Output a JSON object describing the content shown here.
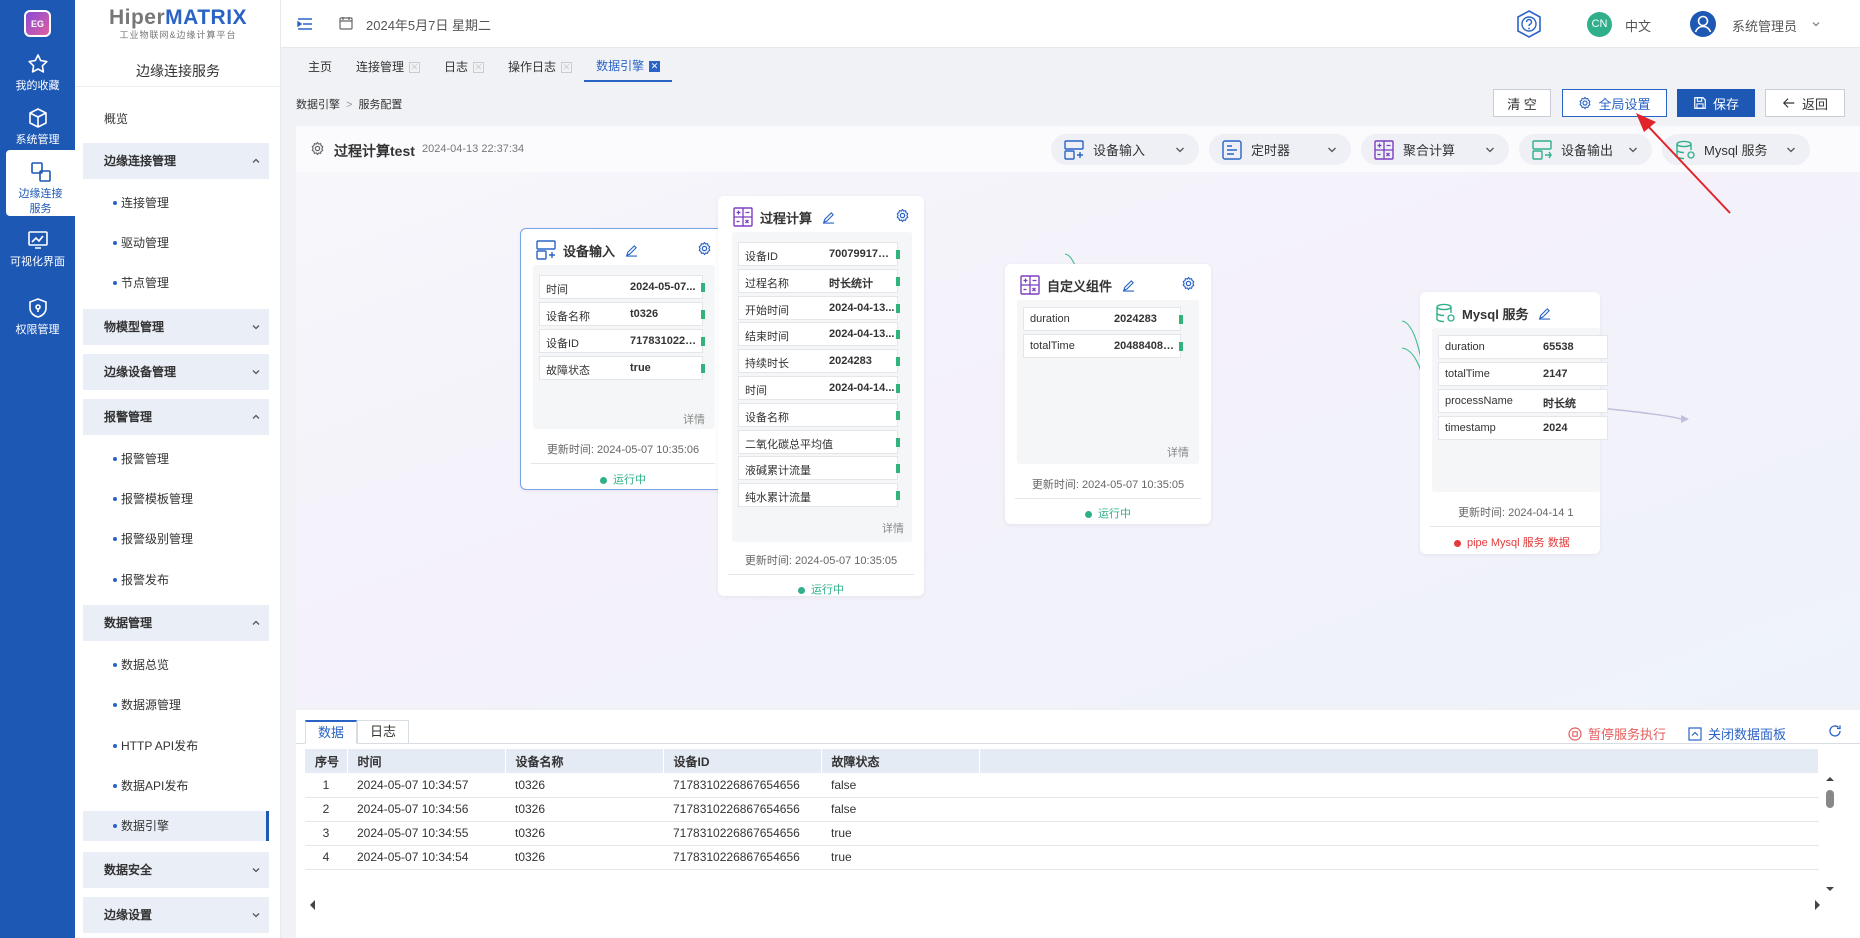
{
  "rail": {
    "logo": "EG",
    "items": [
      {
        "label": "我的收藏",
        "icon": "star-icon"
      },
      {
        "label": "系统管理",
        "icon": "cube-icon"
      },
      {
        "label": "边缘连接服务",
        "icon": "connection-icon"
      },
      {
        "label": "可视化界面",
        "icon": "chart-screen-icon"
      },
      {
        "label": "权限管理",
        "icon": "shield-lock-icon"
      }
    ]
  },
  "sidebar": {
    "brand_prefix": "Hiper",
    "brand_suffix": "MATRIX",
    "brand_sub": "工业物联网&边缘计算平台",
    "section": "边缘连接服务",
    "overview": "概览",
    "groups": [
      {
        "label": "边缘连接管理",
        "items": [
          "连接管理",
          "驱动管理",
          "节点管理"
        ]
      },
      {
        "label": "物模型管理"
      },
      {
        "label": "边缘设备管理"
      },
      {
        "label": "报警管理",
        "items": [
          "报警管理",
          "报警模板管理",
          "报警级别管理",
          "报警发布"
        ]
      },
      {
        "label": "数据管理",
        "items": [
          "数据总览",
          "数据源管理",
          "HTTP API发布",
          "数据API发布",
          "数据引擎"
        ]
      },
      {
        "label": "数据安全"
      },
      {
        "label": "边缘设置"
      }
    ]
  },
  "header": {
    "date": "2024年5月7日 星期二",
    "lang_badge": "CN",
    "lang": "中文",
    "user": "系统管理员"
  },
  "tabs": [
    {
      "label": "主页",
      "closable": false
    },
    {
      "label": "连接管理",
      "closable": true
    },
    {
      "label": "日志",
      "closable": true
    },
    {
      "label": "操作日志",
      "closable": true
    },
    {
      "label": "数据引擎",
      "closable": true,
      "active": true
    }
  ],
  "breadcrumb": [
    "数据引擎",
    "服务配置"
  ],
  "toolbar": {
    "clear": "清 空",
    "global": "全局设置",
    "save": "保存",
    "back": "返回"
  },
  "process": {
    "title": "过程计算test",
    "time": "2024-04-13 22:37:34"
  },
  "pills": [
    {
      "label": "设备输入",
      "icon": "device-input-icon"
    },
    {
      "label": "定时器",
      "icon": "timer-icon"
    },
    {
      "label": "聚合计算",
      "icon": "calculator-icon"
    },
    {
      "label": "设备输出",
      "icon": "device-output-icon"
    },
    {
      "label": "Mysql 服务",
      "icon": "database-icon"
    }
  ],
  "nodes": {
    "input": {
      "title": "设备输入",
      "fields": [
        {
          "k": "时间",
          "v": "2024-05-07..."
        },
        {
          "k": "设备名称",
          "v": "t0326"
        },
        {
          "k": "设备ID",
          "v": "71783102266..."
        },
        {
          "k": "故障状态",
          "v": "true"
        }
      ],
      "detail": "详情",
      "updated": "更新时间: 2024-05-07 10:35:06",
      "status": "运行中"
    },
    "calc": {
      "title": "过程计算",
      "fields": [
        {
          "k": "设备ID",
          "v": "7007991755..."
        },
        {
          "k": "过程名称",
          "v": "时长统计"
        },
        {
          "k": "开始时间",
          "v": "2024-04-13..."
        },
        {
          "k": "结束时间",
          "v": "2024-04-13..."
        },
        {
          "k": "持续时长",
          "v": "2024283"
        },
        {
          "k": "时间",
          "v": "2024-04-14..."
        },
        {
          "k": "设备名称",
          "v": ""
        },
        {
          "k": "二氧化碳总平均值",
          "v": ""
        },
        {
          "k": "液碱累计流量",
          "v": ""
        },
        {
          "k": "纯水累计流量",
          "v": ""
        }
      ],
      "detail": "详情",
      "updated": "更新时间: 2024-05-07 10:35:05",
      "status": "运行中"
    },
    "custom": {
      "title": "自定义组件",
      "fields": [
        {
          "k": "duration",
          "v": "2024283"
        },
        {
          "k": "totalTime",
          "v": "2048840888..."
        }
      ],
      "detail": "详情",
      "updated": "更新时间: 2024-05-07 10:35:05",
      "status": "运行中"
    },
    "mysql": {
      "title": "Mysql 服务",
      "fields": [
        {
          "k": "duration",
          "v": "65538"
        },
        {
          "k": "totalTime",
          "v": "2147"
        },
        {
          "k": "processName",
          "v": "时长统"
        },
        {
          "k": "timestamp",
          "v": "2024"
        }
      ],
      "updated": "更新时间: 2024-04-14 1",
      "status": "pipe Mysql 服务 数据"
    }
  },
  "bottom": {
    "tabs": [
      "数据",
      "日志"
    ],
    "pause": "暂停服务执行",
    "close_panel": "关闭数据面板",
    "columns": [
      "序号",
      "时间",
      "设备名称",
      "设备ID",
      "故障状态"
    ],
    "rows": [
      [
        "1",
        "2024-05-07 10:34:57",
        "t0326",
        "7178310226867654656",
        "false"
      ],
      [
        "2",
        "2024-05-07 10:34:56",
        "t0326",
        "7178310226867654656",
        "false"
      ],
      [
        "3",
        "2024-05-07 10:34:55",
        "t0326",
        "7178310226867654656",
        "true"
      ],
      [
        "4",
        "2024-05-07 10:34:54",
        "t0326",
        "7178310226867654656",
        "true"
      ]
    ]
  },
  "colors": {
    "primary": "#1d58b4",
    "accent": "#2a63c6",
    "running": "#2fb08a",
    "error": "#e23b3b",
    "annotation": "#e0242a"
  }
}
